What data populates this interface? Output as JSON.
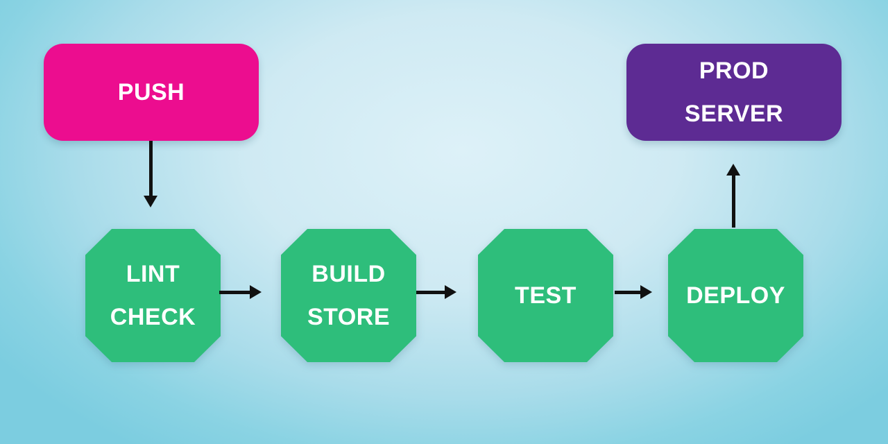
{
  "diagram": {
    "type": "flowchart",
    "description": "CI/CD pipeline flow from code push to production server"
  },
  "colors": {
    "pink": "#EC0D8F",
    "purple": "#5D2B93",
    "green": "#2EBE7B",
    "arrow": "#111111",
    "text": "#FFFFFF",
    "bg_center": "#DDF1F8",
    "bg_edge": "#7CCDE0"
  },
  "nodes": {
    "push": {
      "label": "PUSH",
      "shape": "rounded-rect",
      "color": "#EC0D8F"
    },
    "lint_check": {
      "label": "LINT\nCHECK",
      "shape": "octagon",
      "color": "#2EBE7B"
    },
    "build_store": {
      "label": "BUILD\nSTORE",
      "shape": "octagon",
      "color": "#2EBE7B"
    },
    "test": {
      "label": "TEST",
      "shape": "octagon",
      "color": "#2EBE7B"
    },
    "deploy": {
      "label": "DEPLOY",
      "shape": "octagon",
      "color": "#2EBE7B"
    },
    "prod_server": {
      "label": "PROD\nSERVER",
      "shape": "rounded-rect",
      "color": "#5D2B93"
    }
  },
  "edges": [
    {
      "from": "push",
      "to": "lint_check",
      "direction": "down"
    },
    {
      "from": "lint_check",
      "to": "build_store",
      "direction": "right"
    },
    {
      "from": "build_store",
      "to": "test",
      "direction": "right"
    },
    {
      "from": "test",
      "to": "deploy",
      "direction": "right"
    },
    {
      "from": "deploy",
      "to": "prod_server",
      "direction": "up"
    }
  ]
}
